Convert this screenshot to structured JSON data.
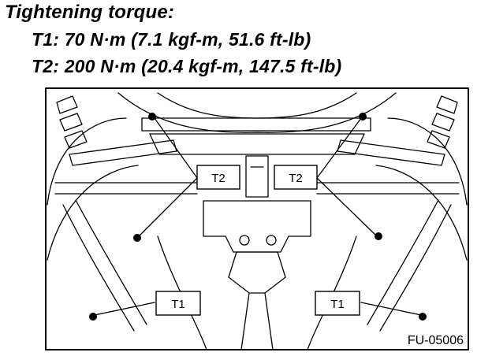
{
  "header": {
    "title": "Tightening torque:",
    "specs": [
      "T1: 70 N·m (7.1 kgf-m, 51.6 ft-lb)",
      "T2: 200 N·m (20.4 kgf-m, 147.5 ft-lb)"
    ]
  },
  "figure": {
    "callouts": [
      "T2",
      "T2",
      "T1",
      "T1"
    ],
    "code": "FU-05006"
  }
}
